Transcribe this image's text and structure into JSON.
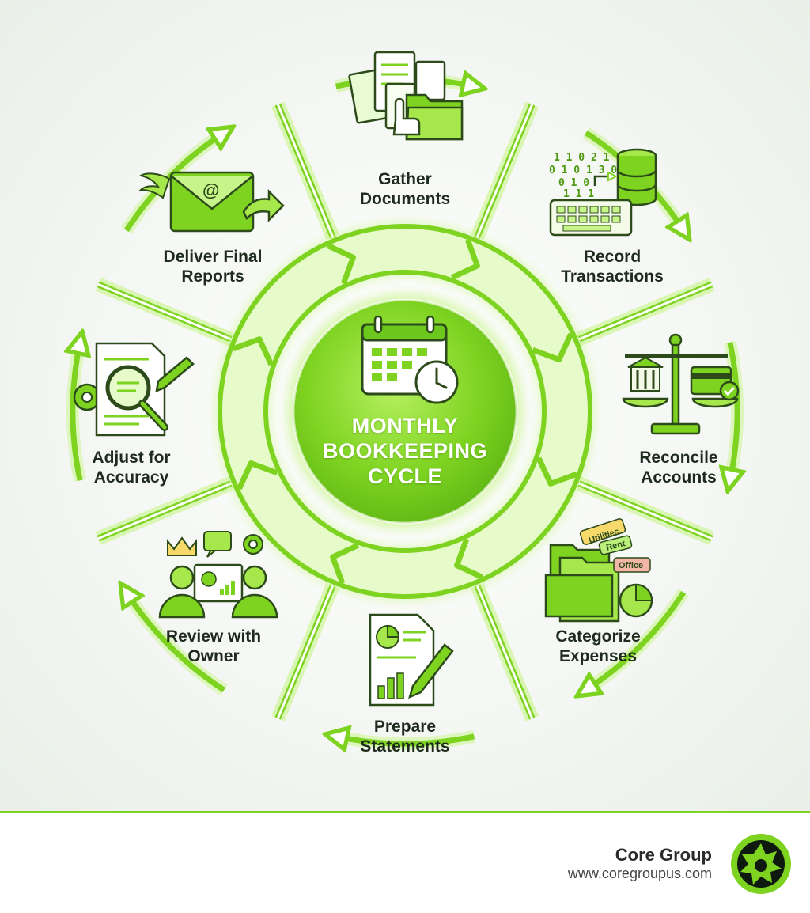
{
  "center": {
    "title_line1": "MONTHLY",
    "title_line2": "BOOKKEEPING",
    "title_line3": "CYCLE"
  },
  "steps": [
    {
      "line1": "Gather",
      "line2": "Documents",
      "icon": "documents-folder-icon"
    },
    {
      "line1": "Record",
      "line2": "Transactions",
      "icon": "database-keyboard-icon"
    },
    {
      "line1": "Reconcile",
      "line2": "Accounts",
      "icon": "balance-scale-icon"
    },
    {
      "line1": "Categorize",
      "line2": "Expenses",
      "icon": "folders-tags-icon"
    },
    {
      "line1": "Prepare",
      "line2": "Statements",
      "icon": "report-pen-icon"
    },
    {
      "line1": "Review with",
      "line2": "Owner",
      "icon": "meeting-presentation-icon"
    },
    {
      "line1": "Adjust for",
      "line2": "Accuracy",
      "icon": "magnifier-document-icon"
    },
    {
      "line1": "Deliver Final",
      "line2": "Reports",
      "icon": "winged-envelope-icon"
    }
  ],
  "tags": {
    "tag1": "Utilities",
    "tag2": "Rent",
    "tag3": "Office"
  },
  "code_text": {
    "l1": "1 1 0 2 1",
    "l2": "0 1 0 1 3 0",
    "l3": "0 1 0",
    "l4": "1 1 1"
  },
  "email_symbol": "@",
  "footer": {
    "brand_name": "Core Group",
    "brand_url": "www.coregroupus.com",
    "logo_icon": "star-gear-logo-icon"
  },
  "colors": {
    "accent": "#7ed321",
    "accent_dark": "#4f9a12",
    "accent_light": "#c8f58a",
    "text": "#1f2a1f"
  }
}
